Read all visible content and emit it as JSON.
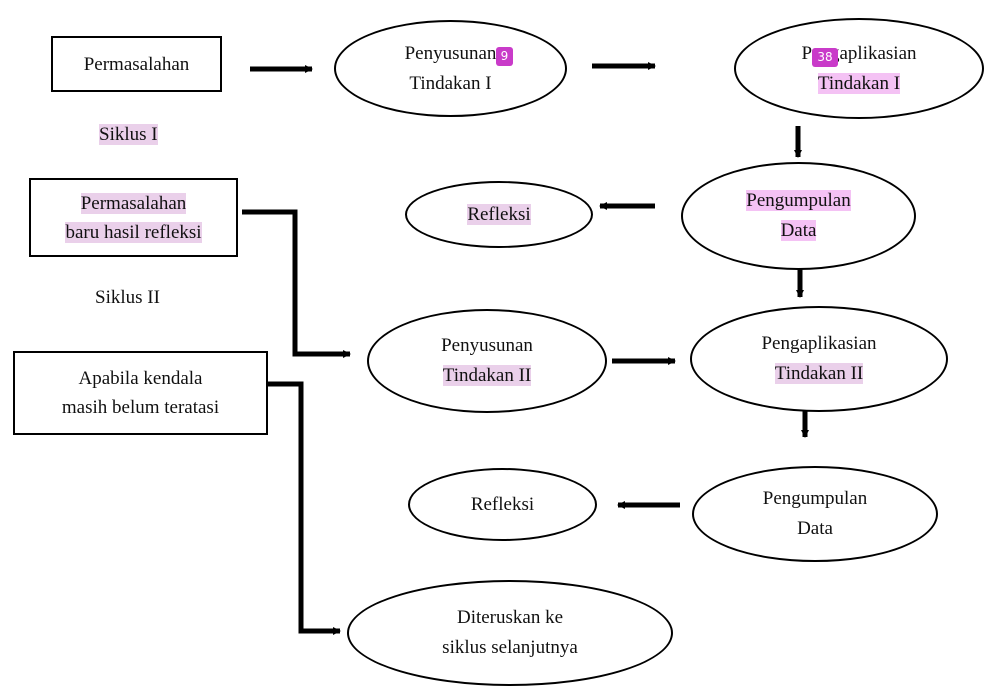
{
  "nodes": {
    "permasalahan": "Permasalahan",
    "siklus1": "Siklus I",
    "permasalahan_baru": [
      "Permasalahan",
      "baru hasil refleksi"
    ],
    "siklus2": "Siklus II",
    "apabila": [
      "Apabila kendala",
      "masih belum teratasi"
    ],
    "penyusunan1": [
      "Penyusunan",
      "Tindakan I"
    ],
    "pengaplikasian1": [
      "Pengaplikasian",
      "Tindakan I"
    ],
    "refleksi1": "Refleksi",
    "pengumpulan1": [
      "Pengumpulan",
      "Data"
    ],
    "penyusunan2": [
      "Penyusunan",
      "Tindakan II"
    ],
    "pengaplikasian2": [
      "Pengaplikasian",
      "Tindakan II"
    ],
    "refleksi2": "Refleksi",
    "pengumpulan2": [
      "Pengumpulan",
      "Data"
    ],
    "diteruskan": [
      "Diteruskan ke",
      "siklus selanjutnya"
    ]
  },
  "badges": {
    "a": "9",
    "b": "38"
  },
  "colors": {
    "highlight": "#ead0ea",
    "badge": "#c93bc9",
    "stroke": "#000000"
  }
}
